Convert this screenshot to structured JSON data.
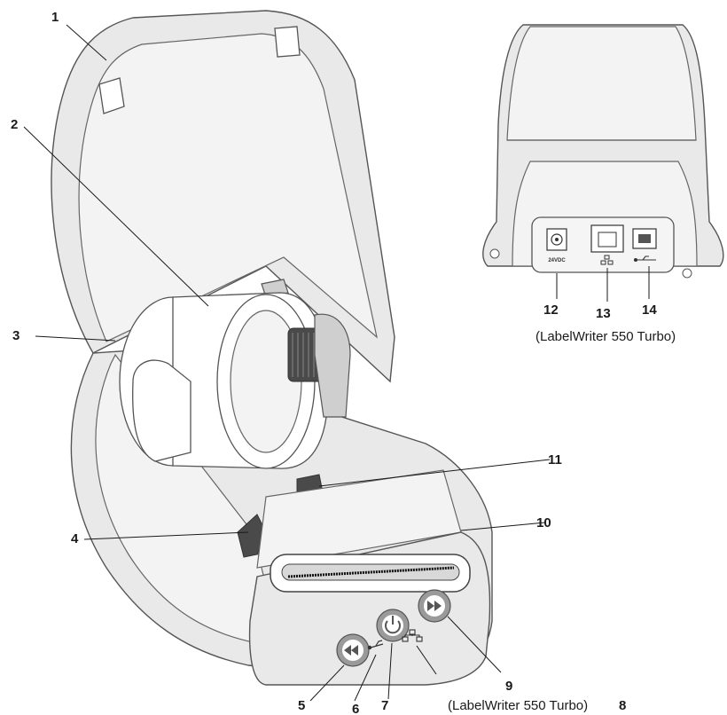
{
  "callouts": {
    "c1": "1",
    "c2": "2",
    "c3": "3",
    "c4": "4",
    "c5": "5",
    "c6": "6",
    "c7": "7",
    "c8": "8",
    "c9": "9",
    "c10": "10",
    "c11": "11",
    "c12": "12",
    "c13": "13",
    "c14": "14"
  },
  "notes": {
    "back_turbo": "(LabelWriter 550 Turbo)",
    "front_turbo": "(LabelWriter 550 Turbo)"
  },
  "port_labels": {
    "power": "24VDC"
  },
  "icons": [
    "rewind-icon",
    "power-icon",
    "form-feed-icon",
    "usb-icon",
    "network-icon"
  ]
}
